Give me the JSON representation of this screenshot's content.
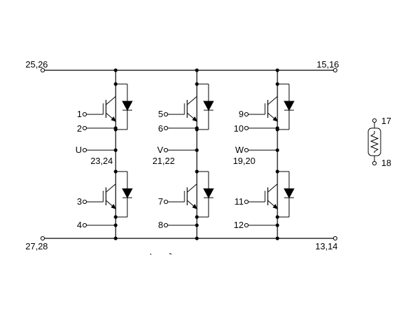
{
  "rails": {
    "top_left": "25,26",
    "top_right": "15,16",
    "bottom_left": "27,28",
    "bottom_right": "13,14"
  },
  "legs": [
    {
      "upper_gate": "1",
      "upper_emitter": "2",
      "output_name": "U",
      "output_pins": "23,24",
      "lower_gate": "3",
      "lower_emitter": "4"
    },
    {
      "upper_gate": "5",
      "upper_emitter": "6",
      "output_name": "V",
      "output_pins": "21,22",
      "lower_gate": "7",
      "lower_emitter": "8"
    },
    {
      "upper_gate": "9",
      "upper_emitter": "10",
      "output_name": "W",
      "output_pins": "19,20",
      "lower_gate": "11",
      "lower_emitter": "12"
    }
  ],
  "thermistor": {
    "pin_top": "17",
    "pin_bottom": "18"
  }
}
